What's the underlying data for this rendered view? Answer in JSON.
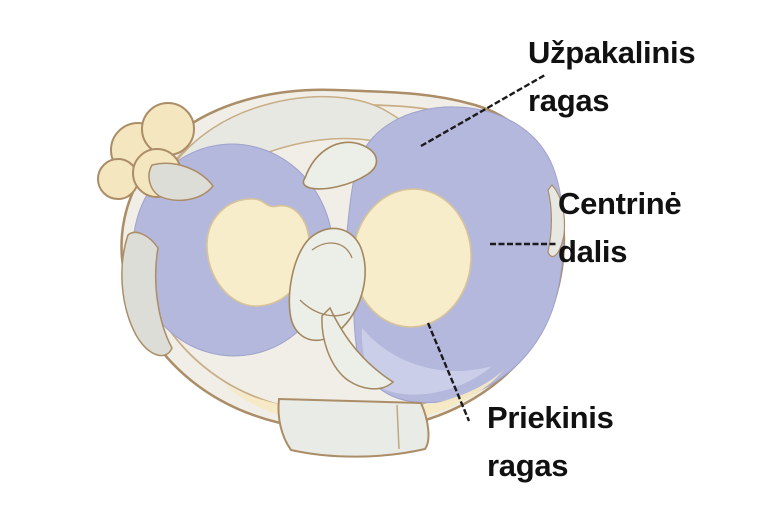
{
  "diagram": {
    "colors": {
      "meniscus_purple": "#b4b8dc",
      "meniscus_purple_light": "#cdd0ea",
      "cartilage_cream": "#f8edca",
      "bone_cream": "#f4e6bf",
      "plateau_base": "#f0eee6",
      "ligament_white": "#eceee8",
      "capsule_gray": "#e7e8e2",
      "gray_band": "#dcddd7",
      "bottom_shade": "#f5e8c3",
      "tendon_block": "#e9ebe7",
      "leader_line": "#1b1b1b",
      "label_text": "#111111"
    },
    "labels": [
      {
        "id": "posterior-horn",
        "line1": "Užpakalinis",
        "line2": "ragas"
      },
      {
        "id": "central-part",
        "line1": "Centrinė",
        "line2": "dalis"
      },
      {
        "id": "anterior-horn",
        "line1": "Priekinis",
        "line2": "ragas"
      }
    ]
  }
}
